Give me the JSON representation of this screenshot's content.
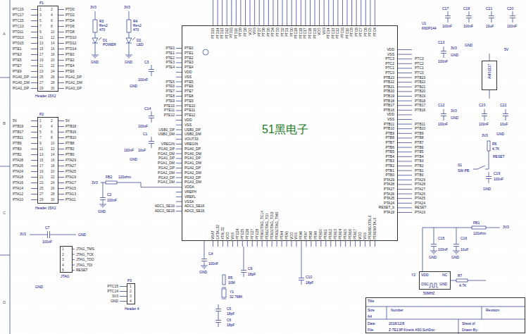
{
  "diagram": {
    "nodes": [
      {
        "text": [
          "P1",
          "Header 15X2"
        ]
      },
      {
        "text": [
          "P2",
          "Header 15X2"
        ]
      },
      {
        "text": [
          "U1",
          "K60P144"
        ]
      },
      {
        "text": [
          "AMS1117"
        ]
      },
      {
        "text": [
          "JTAG"
        ]
      },
      {
        "text": [
          "P3",
          "Header 4"
        ]
      },
      {
        "text": [
          "Y2",
          "VDD",
          "NC",
          "OSC",
          "GND",
          "50MHZ"
        ]
      },
      {
        "text": [
          "Title",
          "Size",
          "Number",
          "Revision",
          "A4",
          "Date:",
          "2018/12/8",
          "Sheet of",
          "File:",
          "Z-TE13P Kinetis K60.SchDoc",
          "Drawn By:"
        ]
      }
    ],
    "labels": [
      "A",
      "B",
      "C",
      "D",
      "PTC19",
      "PTC17",
      "PTC15",
      "PTC13",
      "PTD11",
      "PTD13",
      "PTD15",
      "PTE1",
      "PTE3",
      "PTE5",
      "PTE7",
      "PTE9",
      "PGA0_DP",
      "PGA0_DM",
      "PGA1_DP",
      "1",
      "3",
      "5",
      "7",
      "9",
      "11",
      "13",
      "15",
      "17",
      "19",
      "21",
      "23",
      "25",
      "27",
      "29",
      "2",
      "4",
      "6",
      "8",
      "10",
      "12",
      "14",
      "16",
      "18",
      "20",
      "22",
      "24",
      "26",
      "28",
      "30",
      "PTD0",
      "PTD2",
      "PTD4",
      "PTD6",
      "PTD8",
      "PTD10",
      "PTD12",
      "PTD14",
      "PTE0",
      "PTE2",
      "PTE4",
      "PTE6",
      "PGA2_DP",
      "PGA2_DM",
      "PGA3_DP",
      "5V",
      "PTB19",
      "PTB17",
      "PTB11",
      "PTB9",
      "PTB3",
      "PTB1",
      "PTA28",
      "PTA26",
      "PTA24",
      "PTA18",
      "PTA16",
      "PTA14",
      "PTA12",
      "PTA10",
      "1",
      "3",
      "5",
      "7",
      "9",
      "11",
      "13",
      "15",
      "17",
      "19",
      "21",
      "23",
      "25",
      "27",
      "29",
      "2",
      "4",
      "6",
      "8",
      "10",
      "12",
      "14",
      "16",
      "18",
      "20",
      "22",
      "24",
      "26",
      "28",
      "30",
      "5V",
      "PTB18",
      "PTB16",
      "PTB10",
      "PTB8",
      "PTB2",
      "PTB0",
      "PTA29",
      "PTA27",
      "PTA25",
      "PTA19",
      "PTA17",
      "PTA15",
      "PTA13",
      "PTA11",
      "3V3",
      "3V3",
      "R3",
      "Res2",
      "470",
      "R4",
      "Res2",
      "470",
      "D1",
      "POWER",
      "D2",
      "LED",
      "GND",
      "GND",
      "PTE0",
      "PTE1",
      "PTE2",
      "PTE3",
      "PTE4",
      "VDD",
      "VSS",
      "PTE5",
      "PTE6",
      "PTE7",
      "PTE8",
      "PTE9",
      "PTE10",
      "PTE11",
      "PTE12",
      "VDD",
      "VSS",
      "USB0_DP",
      "USB0_DM",
      "VOUT33",
      "VREGIN",
      "PGA0_DP",
      "PGA0_DM",
      "PGA1_DP",
      "PGA1_DM",
      "PGA2_DP",
      "PGA2_DM",
      "PGA3_DP",
      "PGA3_DM",
      "VDDA",
      "VREFH",
      "VREFL",
      "VSSA",
      "ADC1_SE16",
      "ADC0_SE16",
      "PTE0",
      "PTE1",
      "PTE2",
      "PTE3",
      "PTE4",
      "PTE5",
      "PTE6",
      "PTE7",
      "PTE8",
      "PTE9",
      "PTE10",
      "PTE11",
      "PTE12",
      "USB0_DP",
      "USB0_DM",
      "VREGIN",
      "PGA0_DP",
      "PGA0_DM",
      "PGA1_DP",
      "PGA1_DM",
      "PGA2_DP",
      "PGA2_DM",
      "PGA3_DP",
      "PGA3_DM",
      "ADC1_SE16",
      "ADC0_SE16",
      "VDD",
      "VSS",
      "PTC3",
      "PTC2",
      "PTC1",
      "PTC0",
      "PTB23",
      "PTB22",
      "PTB21",
      "PTB20",
      "PTB19",
      "PTB18",
      "PTB17",
      "PTB16",
      "VDD",
      "VSS",
      "PTB11",
      "PTB10",
      "PTB9",
      "PTB8",
      "PTB7",
      "PTB6",
      "PTB5",
      "PTB4",
      "PTB3",
      "PTB2",
      "PTB1",
      "PTB0",
      "PTA29",
      "PTA28",
      "PTA27",
      "PTA26",
      "PTA25",
      "PTA24",
      "RESET_b",
      "PTA19",
      "PTC3",
      "PTC2",
      "PTC1",
      "PTC0",
      "PTB23",
      "PTB22",
      "PTB21",
      "PTB20",
      "PTB19",
      "PTB18",
      "PTB17",
      "PTB16",
      "PTB11",
      "PTB10",
      "PTB9",
      "PTB8",
      "PTB7",
      "PTB6",
      "PTB5",
      "PTB4",
      "PTB3",
      "PTB2",
      "PTB1",
      "PTB0",
      "PTA29",
      "PTA28",
      "PTA27",
      "PTA26",
      "PTA25",
      "PTA24",
      "RESET",
      "PTA19",
      "PTD15",
      "PTD14",
      "PTD13",
      "PTD12",
      "PTD11",
      "PTD10",
      "PTD9",
      "PTD8",
      "VDD",
      "VSS",
      "PTD7",
      "PTD6",
      "PTD5",
      "PTD4",
      "PTD3",
      "PTD2",
      "PTD1",
      "PTD0",
      "PTC19",
      "PTC18",
      "PTC17",
      "PTC16",
      "PTC15",
      "VDD",
      "VSS",
      "PTC14",
      "PTC13",
      "PTC12",
      "PTC11",
      "PTC10",
      "PTC9",
      "PTC8",
      "PTC7",
      "PTC6",
      "PTC5",
      "PTC4",
      "VBAT",
      "EXTAL32",
      "XTAL32",
      "VDD",
      "VSS",
      "PTE24",
      "PTE25",
      "PTE26",
      "PTE27",
      "PTE28",
      "PTA0/JTAG_TCLK",
      "PTA1/JTAG_TDI",
      "PTA2/JTAG_TDO",
      "PTA3/JTAG_TMS",
      "PTA4",
      "PTA5",
      "VDD",
      "VSS",
      "PTA6",
      "PTA7",
      "PTA8",
      "PTA9",
      "PTA10",
      "PTA11",
      "PTA12",
      "PTA13",
      "PTA14",
      "PTA15",
      "PTA16",
      "PTA17",
      "VDD",
      "VSS",
      "PTA18/EXTAL0",
      "PTA19/XTAL0",
      "51黑电子",
      "C3",
      "100nF",
      "C14",
      "100nF",
      "C1",
      "100nF",
      "10uF",
      "3V3",
      "FB2",
      "120ohm",
      "C2",
      "100nF",
      "GND",
      "GND",
      "GND",
      "C13",
      "100nF",
      "3V3",
      "GND",
      "C12",
      "100nF",
      "3V3",
      "GND",
      "C17",
      "100nF",
      "C18",
      "100nF",
      "C21",
      "10uF",
      "C20",
      "100nF",
      "5V",
      "GND",
      "C23",
      "100nF",
      "C22",
      "10uF",
      "GND",
      "3V3",
      "R6",
      "4.7K",
      "RESET",
      "S1",
      "SW-PB",
      "C19",
      "100nF",
      "GND",
      "3V3",
      "C7",
      "100nF",
      "GND",
      "GND",
      "JTAG_TMS",
      "JTAG_TCK",
      "JTAG_TDO",
      "JTAG_TDI",
      "RESET",
      "1",
      "2",
      "3",
      "4",
      "5",
      "PTC15",
      "PTC14",
      "3V3",
      "GND",
      "1",
      "2",
      "3",
      "4",
      "C4",
      "100nF",
      "GND",
      "R5",
      "10M",
      "Y1",
      "32.768K",
      "C5",
      "18pF",
      "C6",
      "18pF",
      "C9",
      "18pF",
      "C10",
      "18pF",
      "C15",
      "100nF",
      "C16",
      "10uF",
      "GND",
      "GND",
      "FB1",
      "120ohm",
      "3V3",
      "R7",
      "4.7K"
    ]
  }
}
